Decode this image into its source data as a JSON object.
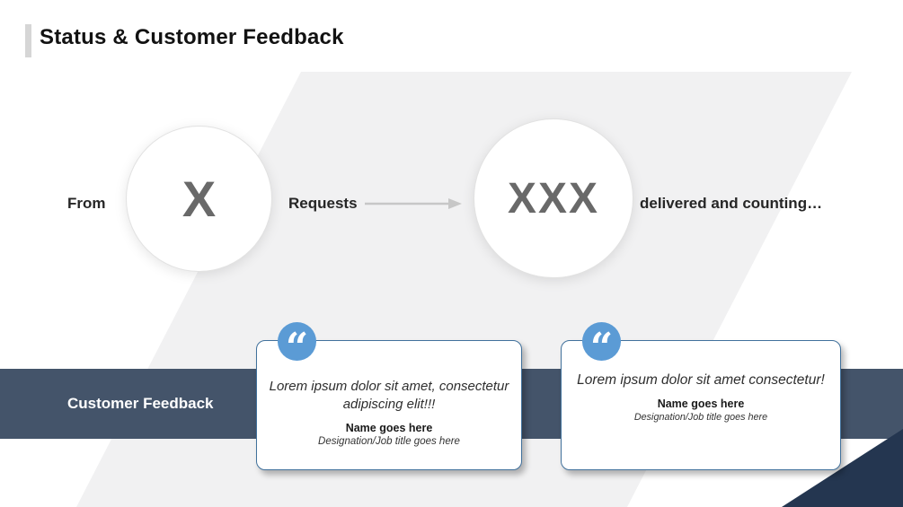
{
  "slide": {
    "title": "Status & Customer Feedback"
  },
  "status": {
    "from_label": "From",
    "from_value": "X",
    "requests_label": "Requests",
    "delivered_value": "XXX",
    "delivered_suffix": "delivered and counting…"
  },
  "feedback": {
    "band_label": "Customer Feedback",
    "quote_glyph": "“",
    "cards": [
      {
        "quote": "Lorem ipsum dolor sit amet, consectetur adipiscing elit!!!",
        "name": "Name goes here",
        "designation": "Designation/Job title goes here"
      },
      {
        "quote": "Lorem ipsum dolor sit amet consectetur!",
        "name": "Name goes here",
        "designation": "Designation/Job title goes here"
      }
    ]
  },
  "colors": {
    "band": "#44546a",
    "accent_blue": "#5b9bd5",
    "card_border": "#41719c",
    "corner_triangle": "#243650",
    "stripe": "#f1f1f2",
    "value_text": "#696969"
  }
}
